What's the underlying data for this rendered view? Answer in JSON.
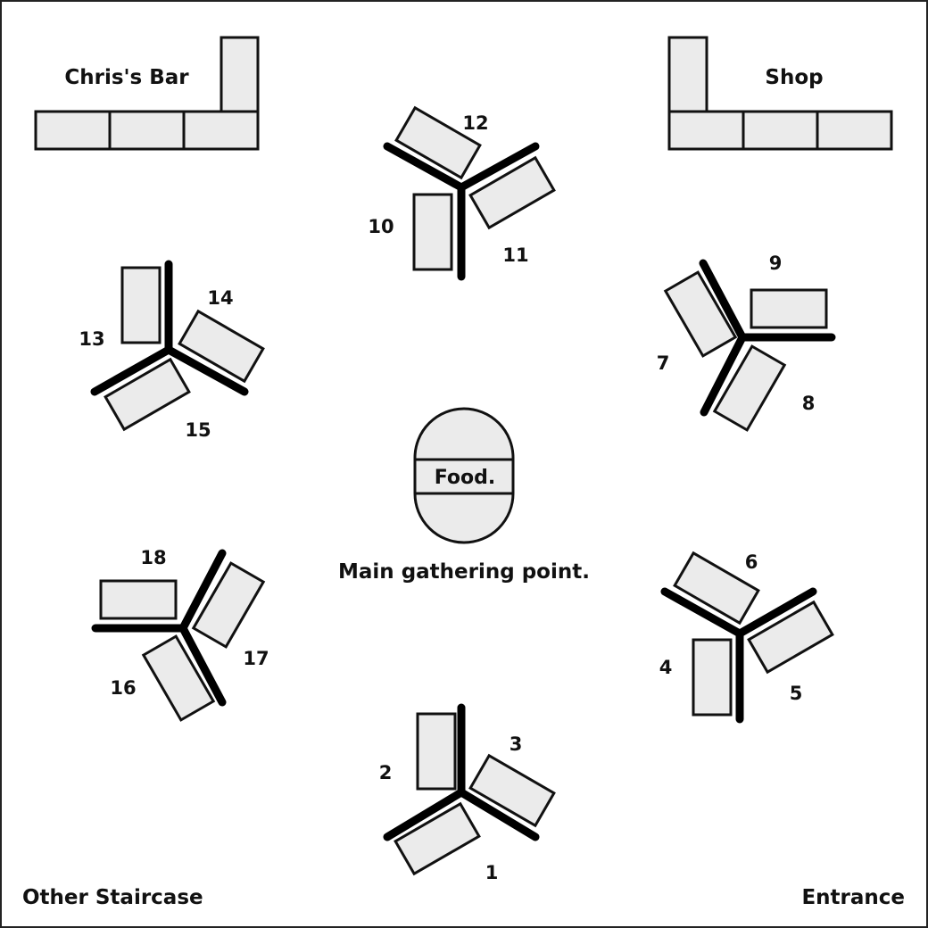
{
  "labels": {
    "bar": "Chris's Bar",
    "shop": "Shop",
    "food": "Food.",
    "gathering": "Main gathering point.",
    "staircase": "Other Staircase",
    "entrance": "Entrance"
  },
  "seats": [
    "1",
    "2",
    "3",
    "4",
    "5",
    "6",
    "7",
    "8",
    "9",
    "10",
    "11",
    "12",
    "13",
    "14",
    "15",
    "16",
    "17",
    "18"
  ],
  "colors": {
    "tile_fill": "#ebebeb",
    "outline": "#111111",
    "background": "#ffffff"
  }
}
